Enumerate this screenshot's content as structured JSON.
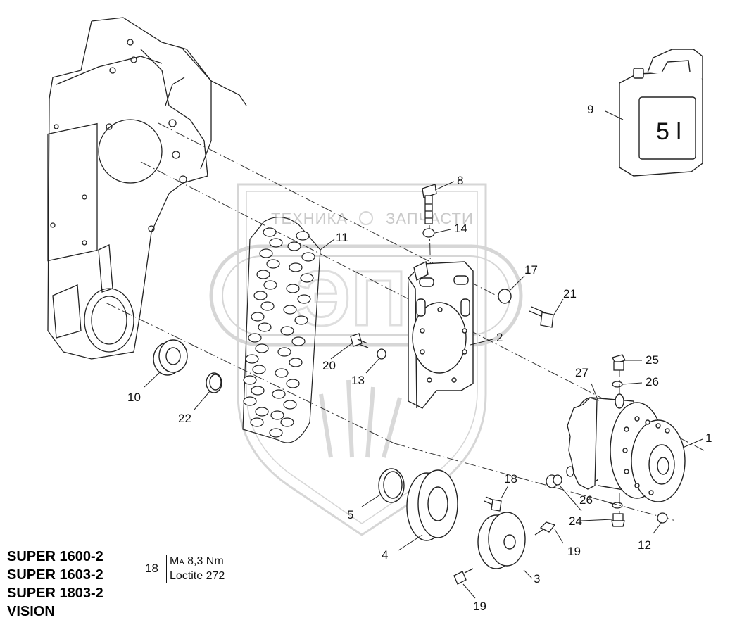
{
  "watermark": {
    "word_left": "ТЕХНИКА",
    "word_right": "ЗАПЧАСТИ",
    "logo_text": "ЭПФ"
  },
  "canister_label": "5 l",
  "callouts": [
    "8",
    "14",
    "11",
    "17",
    "21",
    "2",
    "20",
    "13",
    "9",
    "10",
    "22",
    "25",
    "26",
    "27",
    "1",
    "18",
    "5",
    "4",
    "3",
    "19",
    "19",
    "26",
    "24",
    "12"
  ],
  "models": [
    "SUPER 1600-2",
    "SUPER 1603-2",
    "SUPER 1803-2",
    "VISION"
  ],
  "note": {
    "ref": "18",
    "torque_prefix": "M",
    "torque_sub": "A",
    "torque_value": " 8,3 Nm",
    "locker": "Loctite 272"
  }
}
